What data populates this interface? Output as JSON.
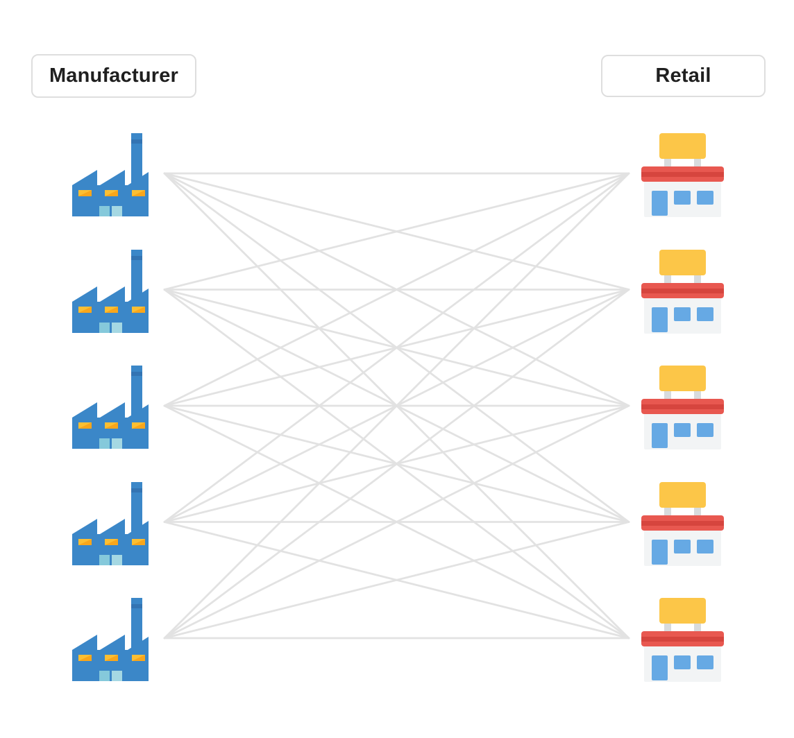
{
  "labels": {
    "manufacturer": "Manufacturer",
    "retail": "Retail"
  },
  "diagram": {
    "type": "bipartite-network",
    "left_group": {
      "label": "Manufacturer",
      "node_icon": "factory-icon",
      "node_count": 5
    },
    "right_group": {
      "label": "Retail",
      "node_icon": "store-icon",
      "node_count": 5
    },
    "edges": "complete — every manufacturer node connects to every retail node",
    "edge_count": 25,
    "colors": {
      "edge": "#e2e2e2",
      "label_border": "#dedede",
      "label_text": "#1f1f1f",
      "factory_body": "#3b87c8",
      "factory_shade": "#3374b3",
      "factory_window": "#f9a61b",
      "factory_window_light": "#fcbf33",
      "factory_door": "#85c9db",
      "factory_door_light": "#a5d8e3",
      "store_sign": "#fcc648",
      "store_post": "#d8dbdd",
      "store_awning": "#e85850",
      "store_awning_stripe": "#d6453e",
      "store_body": "#f2f4f5",
      "store_window": "#66a9e4"
    }
  }
}
